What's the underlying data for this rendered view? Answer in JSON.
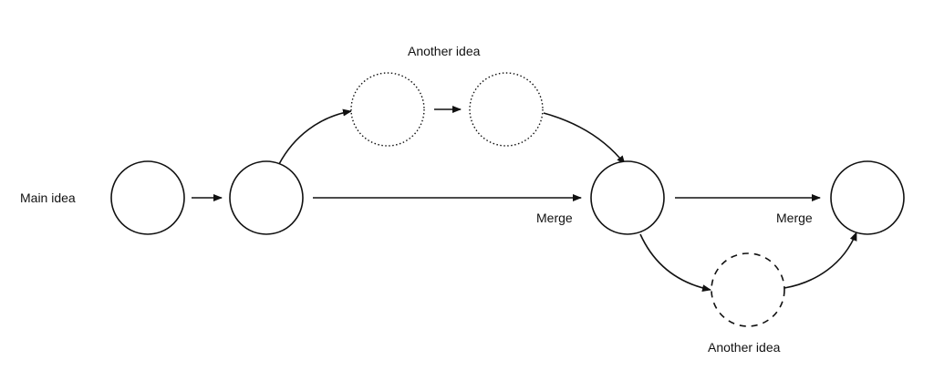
{
  "diagram": {
    "labels": {
      "main_idea": "Main idea",
      "another_idea_top": "Another idea",
      "merge_center": "Merge",
      "merge_right": "Merge",
      "another_idea_bottom": "Another idea"
    },
    "nodes": [
      {
        "id": "main",
        "style": "solid"
      },
      {
        "id": "branch-point",
        "style": "solid"
      },
      {
        "id": "another-idea-top-1",
        "style": "dotted"
      },
      {
        "id": "another-idea-top-2",
        "style": "dotted"
      },
      {
        "id": "merge-center",
        "style": "solid"
      },
      {
        "id": "another-idea-bottom",
        "style": "dashed"
      },
      {
        "id": "merge-right",
        "style": "solid"
      }
    ],
    "edges": [
      {
        "from": "main",
        "to": "branch-point"
      },
      {
        "from": "branch-point",
        "to": "another-idea-top-1"
      },
      {
        "from": "another-idea-top-1",
        "to": "another-idea-top-2"
      },
      {
        "from": "another-idea-top-2",
        "to": "merge-center"
      },
      {
        "from": "branch-point",
        "to": "merge-center"
      },
      {
        "from": "merge-center",
        "to": "merge-right"
      },
      {
        "from": "merge-center",
        "to": "another-idea-bottom"
      },
      {
        "from": "another-idea-bottom",
        "to": "merge-right"
      }
    ]
  }
}
